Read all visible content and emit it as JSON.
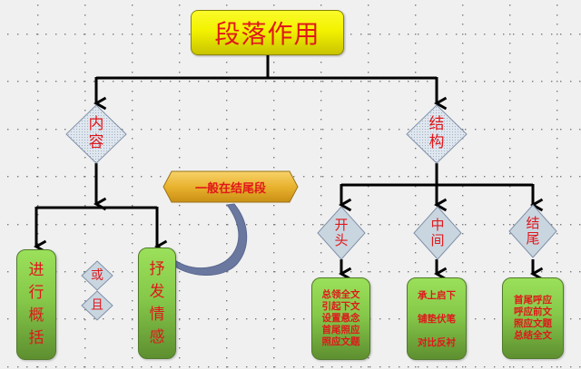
{
  "diagram": {
    "title": "段落作用",
    "colors": {
      "text": "#e0171b",
      "title_fill": "#f2f200",
      "green_fill": "#86c94a",
      "diamond_fill": "#c9d6e0",
      "hex_fill": "#e9b22e",
      "curve_arrow": "#6a78a0",
      "connector": "#000000",
      "background": "#f0f0f0"
    },
    "content_branch": {
      "label": [
        "内",
        "容"
      ],
      "left_box": [
        "进",
        "行",
        "概",
        "括"
      ],
      "connector_top": "或",
      "connector_bottom": "且",
      "right_box": [
        "抒",
        "发",
        "情",
        "感"
      ],
      "note": "一般在结尾段"
    },
    "structure_branch": {
      "label": [
        "结",
        "构"
      ],
      "children": [
        {
          "label": [
            "开",
            "头"
          ],
          "box_lines": [
            "总领全文",
            "引起下文",
            "设置悬念",
            "首尾照应",
            "照应文题"
          ]
        },
        {
          "label": [
            "中",
            "间"
          ],
          "box_lines": [
            "承上启下",
            "铺垫伏笔",
            "对比反衬"
          ]
        },
        {
          "label": [
            "结",
            "尾"
          ],
          "box_lines": [
            "首尾呼应",
            "呼应前文",
            "照应文题",
            "总结全文"
          ]
        }
      ]
    }
  }
}
